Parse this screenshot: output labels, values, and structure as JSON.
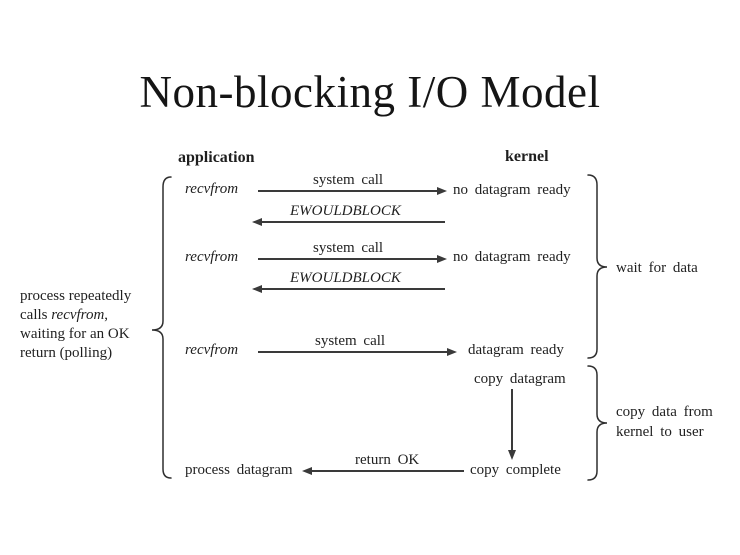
{
  "title": "Non-blocking I/O Model",
  "headers": {
    "application": "application",
    "kernel": "kernel"
  },
  "flow": {
    "call1": {
      "app": "recvfrom",
      "label": "system call",
      "kernel": "no datagram ready"
    },
    "error1": {
      "label": "EWOULDBLOCK"
    },
    "call2": {
      "app": "recvfrom",
      "label": "system call",
      "kernel": "no datagram ready"
    },
    "error2": {
      "label": "EWOULDBLOCK"
    },
    "call3": {
      "app": "recvfrom",
      "label": "system call",
      "kernel": "datagram ready"
    },
    "copy": {
      "from": "copy datagram",
      "to": "copy complete"
    },
    "return": {
      "label": "return OK",
      "app": "process datagram"
    }
  },
  "annotations": {
    "left_note": {
      "line1": "process repeatedly",
      "line2_pre": "calls ",
      "line2_italic": "recvfrom",
      "line2_post": ",",
      "line3": "waiting for an OK",
      "line4": "return (polling)"
    },
    "wait": "wait for data",
    "copy_note": {
      "line1": "copy data from",
      "line2": "kernel to user"
    }
  },
  "colors": {
    "ink": "#1f1f1f",
    "line": "#3a3a3a",
    "background": "#ffffff"
  }
}
